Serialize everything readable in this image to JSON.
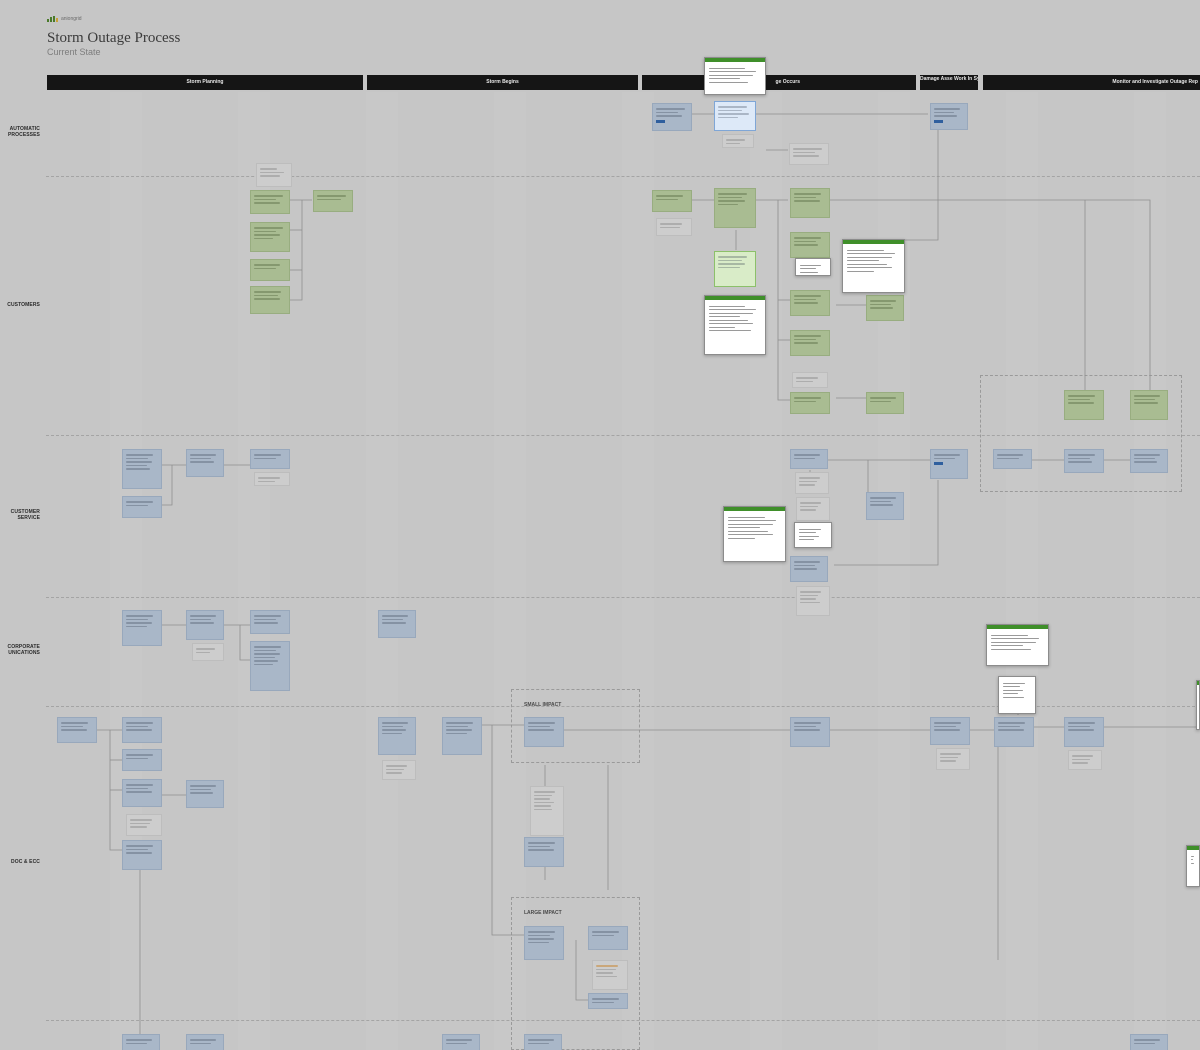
{
  "header": {
    "logo_text": "aniongrid",
    "title": "Storm Outage Process",
    "subtitle": "Current State"
  },
  "phases": [
    {
      "label": "Storm Planning"
    },
    {
      "label": "Storm Begins"
    },
    {
      "label": "ge Occurs"
    },
    {
      "label": "Damage Asse Work In System"
    },
    {
      "label": "Monitor and Investigate Outage Rep"
    }
  ],
  "lanes": [
    {
      "label": "AUTOMATIC PROCESSES"
    },
    {
      "label": "CUSTOMERS"
    },
    {
      "label": "CUSTOMER SERVICE"
    },
    {
      "label": "CORPORATE UNICATIONS"
    },
    {
      "label": "DOC & ECC"
    }
  ],
  "regions": {
    "small_impact": "SMALL IMPACT",
    "large_impact": "LARGE IMPACT"
  },
  "colors": {
    "background": "#c6c6c6",
    "phase_bar": "#151515",
    "process_card": "#a9b7c8",
    "customer_card": "#a9bc92",
    "popup_accent": "#3f8f2a"
  }
}
